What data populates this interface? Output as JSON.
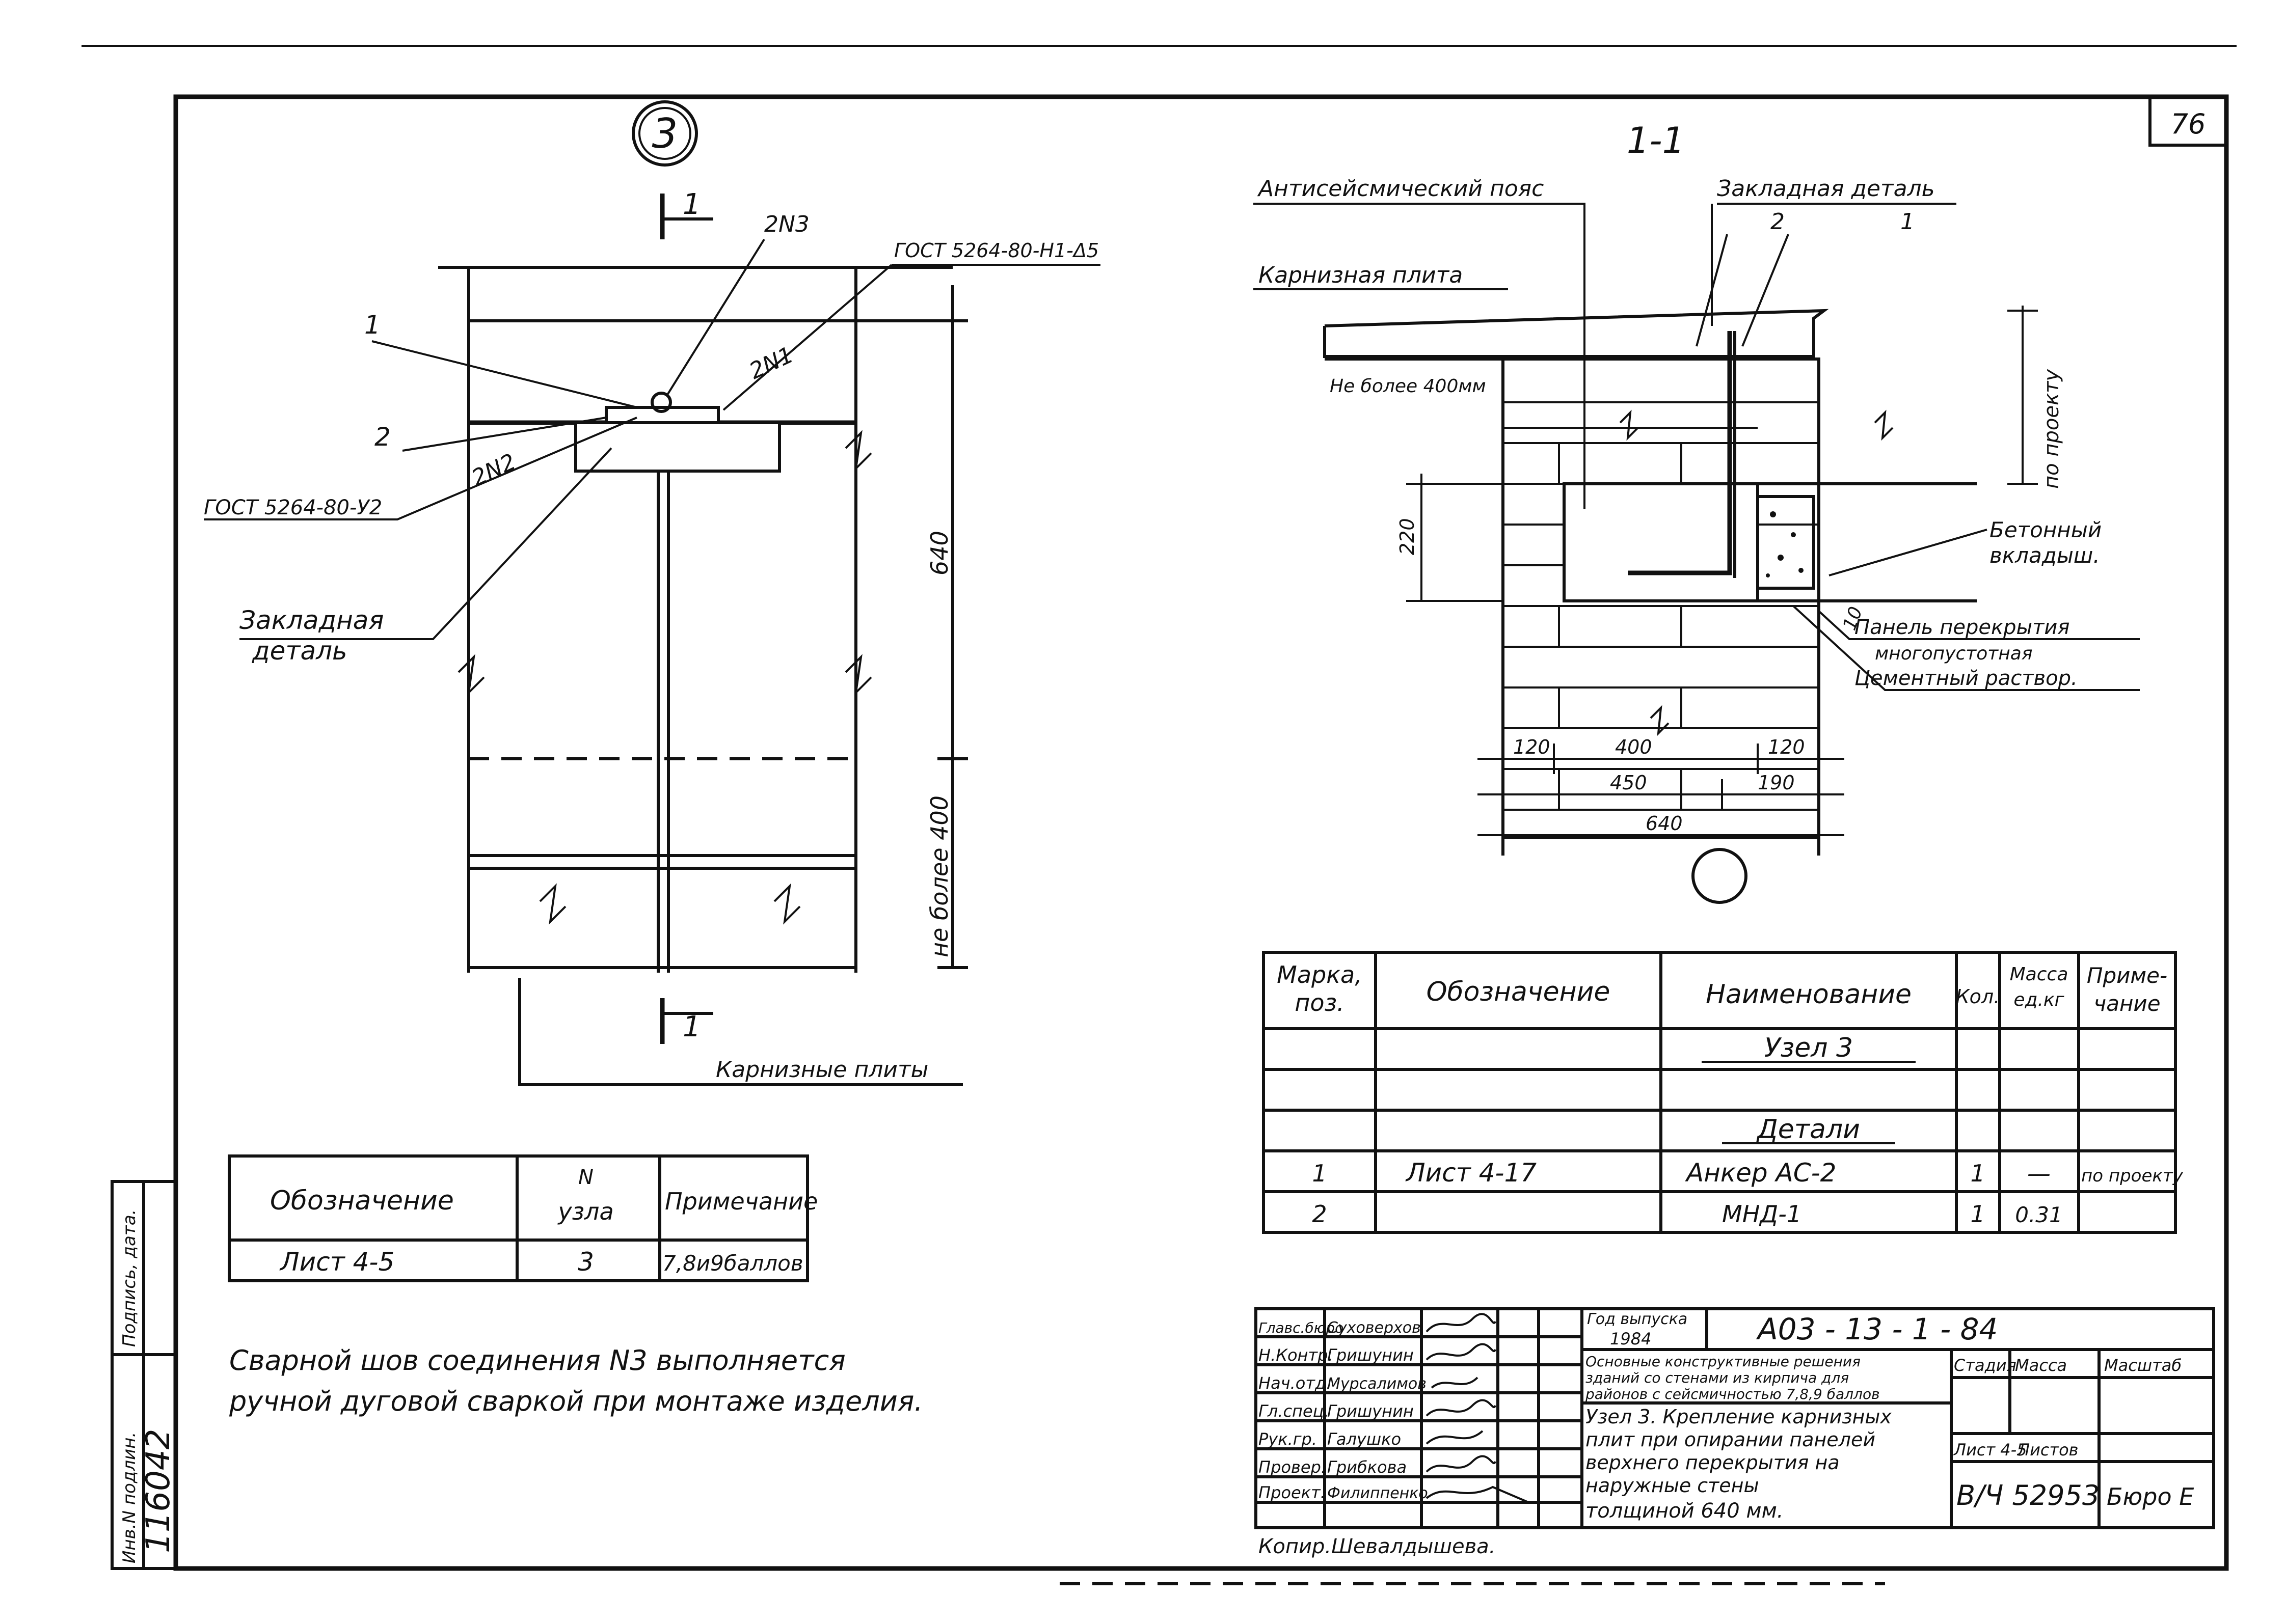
{
  "sheet_number": "76",
  "node_number": "3",
  "section_label": "1-1",
  "left_view": {
    "section_mark": "1",
    "callouts": {
      "c1": "1",
      "c2": "2",
      "c2n3": "2N3",
      "c2n1": "2N1",
      "c2n2": "2N2",
      "gost_top": "ГОСТ 5264-80-Н1-Δ5",
      "gost_left": "ГОСТ 5264-80-У2",
      "embedded_1": "Закладная",
      "embedded_2": "деталь",
      "cornice_slabs": "Карнизные плиты"
    },
    "dims": {
      "d640": "640",
      "d400": "не более 400"
    }
  },
  "section_view": {
    "belt": "Антисейсмический пояс",
    "embedded_detail": "Закладная деталь",
    "cornice_slab": "Карнизная плита",
    "max400": "Не более 400мм",
    "pos2": "2",
    "pos1": "1",
    "by_project": "по проекту",
    "concrete_1": "Бетонный",
    "concrete_2": "вкладыш.",
    "panel_1": "Панель перекрытия",
    "panel_2": "многопустотная",
    "mortar": "Цементный раствор.",
    "dims": {
      "d220": "220",
      "d10": "10",
      "d120a": "120",
      "d400": "400",
      "d120b": "120",
      "d450": "450",
      "d190": "190",
      "d640": "640"
    }
  },
  "ref_table": {
    "headers": [
      "Обозначение",
      "N",
      "узла",
      "Примечание"
    ],
    "row": [
      "Лист 4-5",
      "3",
      "7,8и9баллов"
    ]
  },
  "spec_table": {
    "headers": [
      "Марка,",
      "поз.",
      "Обозначение",
      "Наименование",
      "Кол.",
      "Масса",
      "ед.кг",
      "Приме-",
      "чание"
    ],
    "section_node": "Узел 3",
    "section_details": "Детали",
    "rows": [
      [
        "1",
        "Лист 4-17",
        "Анкер АС-2",
        "1",
        "—",
        "по проекту"
      ],
      [
        "2",
        "",
        "МНД-1",
        "1",
        "0.31",
        ""
      ]
    ]
  },
  "note": {
    "line1": "Сварной шов соединения N3 выполняется",
    "line2": "ручной дуговой сваркой при монтаже изделия."
  },
  "side_stamp": {
    "inv": "Инв.N подлин.",
    "sign": "Подпись, дата.",
    "number": "116042"
  },
  "title_block": {
    "roles": [
      "Главс.бюро",
      "Н.Контр.",
      "Нач.отд.",
      "Гл.спец.",
      "Рук.гр.",
      "Провер.",
      "Проект."
    ],
    "names": [
      "Суховерхов",
      "Гришунин",
      "Мурсалимов",
      "Гришунин",
      "Галушко",
      "Грибкова",
      "Филиппенко"
    ],
    "year_label": "Год выпуска",
    "year": "1984",
    "doc_code": "А03 - 13 - 1 - 84",
    "description": [
      "Основные конструктивные решения",
      "зданий со стенами из кирпича для",
      "районов с сейсмичностью 7,8,9 баллов"
    ],
    "title": [
      "Узел 3. Крепление карнизных",
      "плит при опирании панелей",
      "верхнего перекрытия на",
      "наружные стены",
      "толщиной 640 мм."
    ],
    "stage": "Стадия",
    "mass": "Масса",
    "scale": "Масштаб",
    "sheet": "Лист 4-5",
    "sheets": "Листов",
    "inv_number": "В/Ч 52953",
    "bureau": "Бюро Е",
    "copied": "Копир.Шевалдышева."
  }
}
